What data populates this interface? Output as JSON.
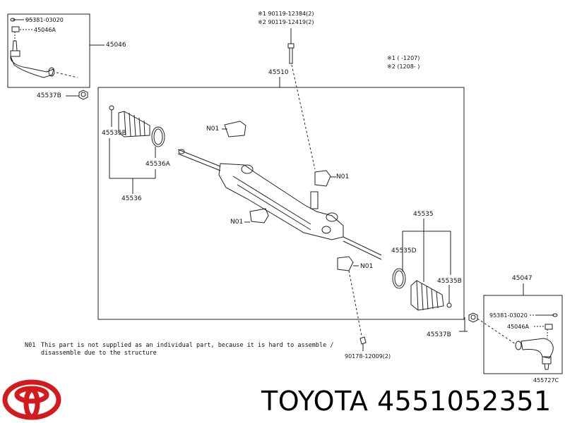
{
  "legend": {
    "range1": "※1 (    -1207)",
    "range2": "※2 (1208-    )"
  },
  "top_bolt": {
    "label1": "※1 90119-12384(2)",
    "label2": "※2 90119-12419(2)"
  },
  "left_tie_rod": {
    "pin": "95381-03020",
    "nut": "45046A",
    "part": "45046",
    "lock_nut": "45537B"
  },
  "rack": {
    "part": "45510",
    "boot_clamp_b": "45535B",
    "clamp_a": "45536A",
    "boot_set": "45536",
    "n01": "N01"
  },
  "right_boot": {
    "part": "45535",
    "clamp_d": "45535D",
    "clamp_b": "45535B",
    "lock_nut": "45537B"
  },
  "bottom_bolt": {
    "label": "90178-12009(2)"
  },
  "right_tie_rod": {
    "part": "45047",
    "pin": "95381-03020",
    "nut": "45046A"
  },
  "note": {
    "code": "N01",
    "line1": "This part is not supplied as an individual part, because it is hard to assemble /",
    "line2": "disassemble due to the structure"
  },
  "diagram_code": "455727C",
  "footer": {
    "brand": "TOYOTA",
    "part_number": "4551052351"
  },
  "colors": {
    "line": "#222222",
    "logo": "#d21b1f"
  }
}
